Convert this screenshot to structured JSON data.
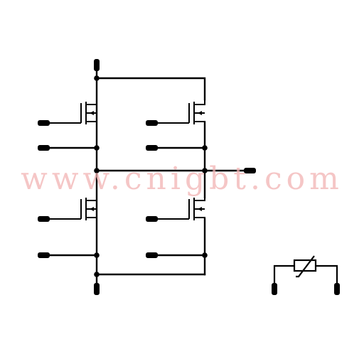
{
  "watermark": {
    "text": "www.cnigbt.com",
    "color": "#f2b3b3"
  },
  "colors": {
    "wire": "#000000",
    "background": "#ffffff"
  },
  "components": [
    {
      "kind": "mosfet",
      "name": "mosfet-q1"
    },
    {
      "kind": "mosfet",
      "name": "mosfet-q2"
    },
    {
      "kind": "mosfet",
      "name": "mosfet-q3"
    },
    {
      "kind": "mosfet",
      "name": "mosfet-q4"
    },
    {
      "kind": "thermistor",
      "name": "ntc-thermistor"
    }
  ]
}
